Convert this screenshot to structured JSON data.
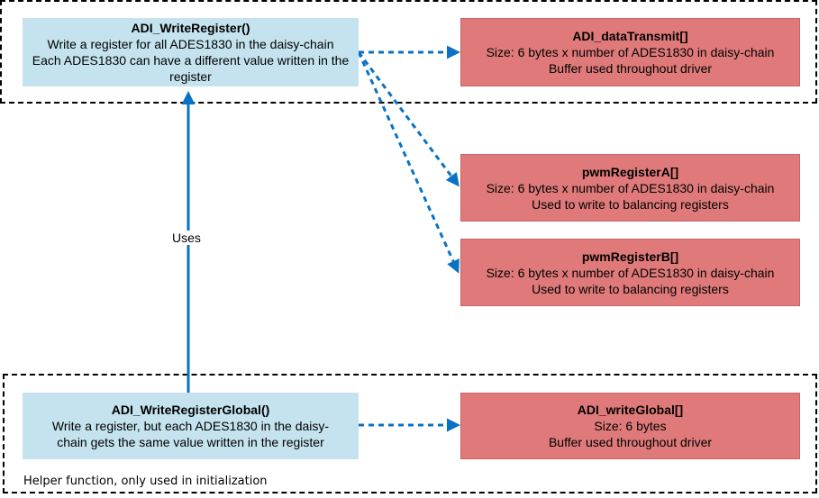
{
  "top_function": {
    "title": "ADI_WriteRegister()",
    "line1": "Write a register for all ADES1830 in the daisy-chain",
    "line2": "Each ADES1830 can have a different value written in the register"
  },
  "bottom_function": {
    "title": "ADI_WriteRegisterGlobal()",
    "line1": "Write a register, but each ADES1830 in the daisy-chain gets the same value written in the register"
  },
  "buffers": {
    "data_transmit": {
      "title": "ADI_dataTransmit[]",
      "line1": "Size: 6 bytes x number of ADES1830 in daisy-chain",
      "line2": "Buffer used throughout driver"
    },
    "pwm_a": {
      "title": "pwmRegisterA[]",
      "line1": "Size: 6 bytes x number of ADES1830 in daisy-chain",
      "line2": "Used to write to balancing registers"
    },
    "pwm_b": {
      "title": "pwmRegisterB[]",
      "line1": "Size: 6 bytes x number of ADES1830 in daisy-chain",
      "line2": "Used to write to balancing registers"
    },
    "write_global": {
      "title": "ADI_writeGlobal[]",
      "line1": "Size: 6 bytes",
      "line2": "Buffer used throughout driver"
    }
  },
  "edges": {
    "uses_label": "Uses"
  },
  "groups": {
    "helper_caption": "Helper function, only used in initialization"
  },
  "colors": {
    "function_fill": "#c5e3ee",
    "buffer_fill": "#e07a7a",
    "arrow": "#0a72c4"
  }
}
